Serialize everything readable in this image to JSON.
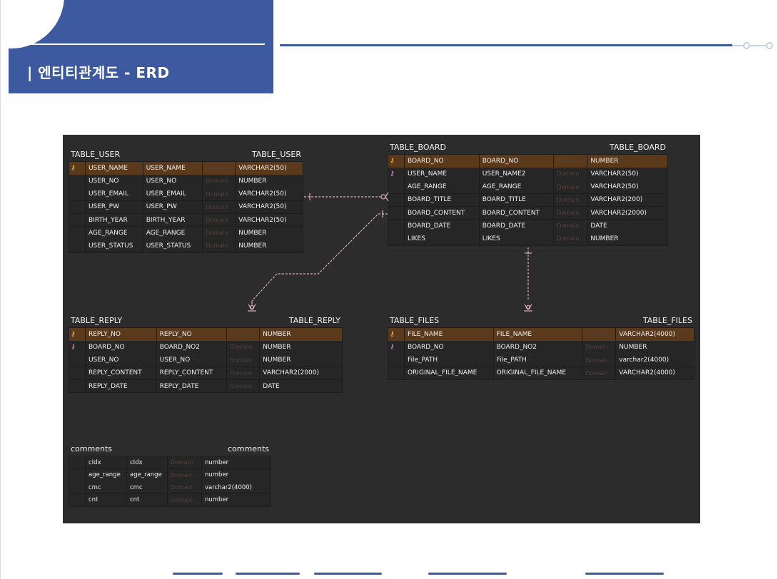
{
  "header": {
    "title": "| 엔티티관계도 - ERD"
  },
  "colors": {
    "brand": "#3d5aa0",
    "canvas": "#2c2c2c",
    "pk_row": "#5a3a1a",
    "pk_icon": "#e8c04a",
    "fk_icon": "#d48ad2",
    "relation": "#e0aeb4"
  },
  "tables": [
    {
      "name": "TABLE_USER",
      "alias": "TABLE_USER",
      "rows": [
        {
          "key": "pk",
          "logical": "USER_NAME",
          "physical": "USER_NAME",
          "domain": "Domain",
          "type": "VARCHAR2(50)"
        },
        {
          "key": "",
          "logical": "USER_NO",
          "physical": "USER_NO",
          "domain": "Domain",
          "type": "NUMBER"
        },
        {
          "key": "",
          "logical": "USER_EMAIL",
          "physical": "USER_EMAIL",
          "domain": "Domain",
          "type": "VARCHAR2(50)"
        },
        {
          "key": "",
          "logical": "USER_PW",
          "physical": "USER_PW",
          "domain": "Domain",
          "type": "VARCHAR2(50)"
        },
        {
          "key": "",
          "logical": "BIRTH_YEAR",
          "physical": "BIRTH_YEAR",
          "domain": "Domain",
          "type": "VARCHAR2(50)"
        },
        {
          "key": "",
          "logical": "AGE_RANGE",
          "physical": "AGE_RANGE",
          "domain": "Domain",
          "type": "NUMBER"
        },
        {
          "key": "",
          "logical": "USER_STATUS",
          "physical": "USER_STATUS",
          "domain": "Domain",
          "type": "NUMBER"
        }
      ]
    },
    {
      "name": "TABLE_BOARD",
      "alias": "TABLE_BOARD",
      "rows": [
        {
          "key": "pk",
          "logical": "BOARD_NO",
          "physical": "BOARD_NO",
          "domain": "Domain",
          "type": "NUMBER"
        },
        {
          "key": "fk",
          "logical": "USER_NAME",
          "physical": "USER_NAME2",
          "domain": "Domain",
          "type": "VARCHAR2(50)"
        },
        {
          "key": "",
          "logical": "AGE_RANGE",
          "physical": "AGE_RANGE",
          "domain": "Domain",
          "type": "VARCHAR2(50)"
        },
        {
          "key": "",
          "logical": "BOARD_TITLE",
          "physical": "BOARD_TITLE",
          "domain": "Domain",
          "type": "VARCHAR2(200)"
        },
        {
          "key": "",
          "logical": "BOARD_CONTENT",
          "physical": "BOARD_CONTENT",
          "domain": "Domain",
          "type": "VARCHAR2(2000)"
        },
        {
          "key": "",
          "logical": "BOARD_DATE",
          "physical": "BOARD_DATE",
          "domain": "Domain",
          "type": "DATE"
        },
        {
          "key": "",
          "logical": "LIKES",
          "physical": "LIKES",
          "domain": "Domain",
          "type": "NUMBER"
        }
      ]
    },
    {
      "name": "TABLE_REPLY",
      "alias": "TABLE_REPLY",
      "rows": [
        {
          "key": "pk",
          "logical": "REPLY_NO",
          "physical": "REPLY_NO",
          "domain": "Domain",
          "type": "NUMBER"
        },
        {
          "key": "fk",
          "logical": "BOARD_NO",
          "physical": "BOARD_NO2",
          "domain": "Domain",
          "type": "NUMBER"
        },
        {
          "key": "",
          "logical": "USER_NO",
          "physical": "USER_NO",
          "domain": "Domain",
          "type": "NUMBER"
        },
        {
          "key": "",
          "logical": "REPLY_CONTENT",
          "physical": "REPLY_CONTENT",
          "domain": "Domain",
          "type": "VARCHAR2(2000)"
        },
        {
          "key": "",
          "logical": "REPLY_DATE",
          "physical": "REPLY_DATE",
          "domain": "Domain",
          "type": "DATE"
        }
      ]
    },
    {
      "name": "TABLE_FILES",
      "alias": "TABLE_FILES",
      "rows": [
        {
          "key": "pk",
          "logical": "FILE_NAME",
          "physical": "FILE_NAME",
          "domain": "Domain",
          "type": "VARCHAR2(4000)"
        },
        {
          "key": "fk",
          "logical": "BOARD_NO",
          "physical": "BOARD_NO2",
          "domain": "Domain",
          "type": "NUMBER"
        },
        {
          "key": "",
          "logical": "File_PATH",
          "physical": "File_PATH",
          "domain": "Domain",
          "type": "varchar2(4000)"
        },
        {
          "key": "",
          "logical": "ORIGINAL_FILE_NAME",
          "physical": "ORIGINAL_FILE_NAME",
          "domain": "Domain",
          "type": "VARCHAR2(4000)"
        }
      ]
    },
    {
      "name": "comments",
      "alias": "comments",
      "rows": [
        {
          "key": "",
          "logical": "cIdx",
          "physical": "cIdx",
          "domain": "Domain",
          "type": "number"
        },
        {
          "key": "",
          "logical": "age_range",
          "physical": "age_range",
          "domain": "Domain",
          "type": "number"
        },
        {
          "key": "",
          "logical": "cmc",
          "physical": "cmc",
          "domain": "Domain",
          "type": "varchar2(4000)"
        },
        {
          "key": "",
          "logical": "cnt",
          "physical": "cnt",
          "domain": "Domain",
          "type": "number"
        }
      ]
    }
  ],
  "relationships": [
    {
      "from": "TABLE_USER",
      "to": "TABLE_BOARD"
    },
    {
      "from": "TABLE_BOARD",
      "to": "TABLE_REPLY"
    },
    {
      "from": "TABLE_BOARD",
      "to": "TABLE_FILES"
    }
  ]
}
